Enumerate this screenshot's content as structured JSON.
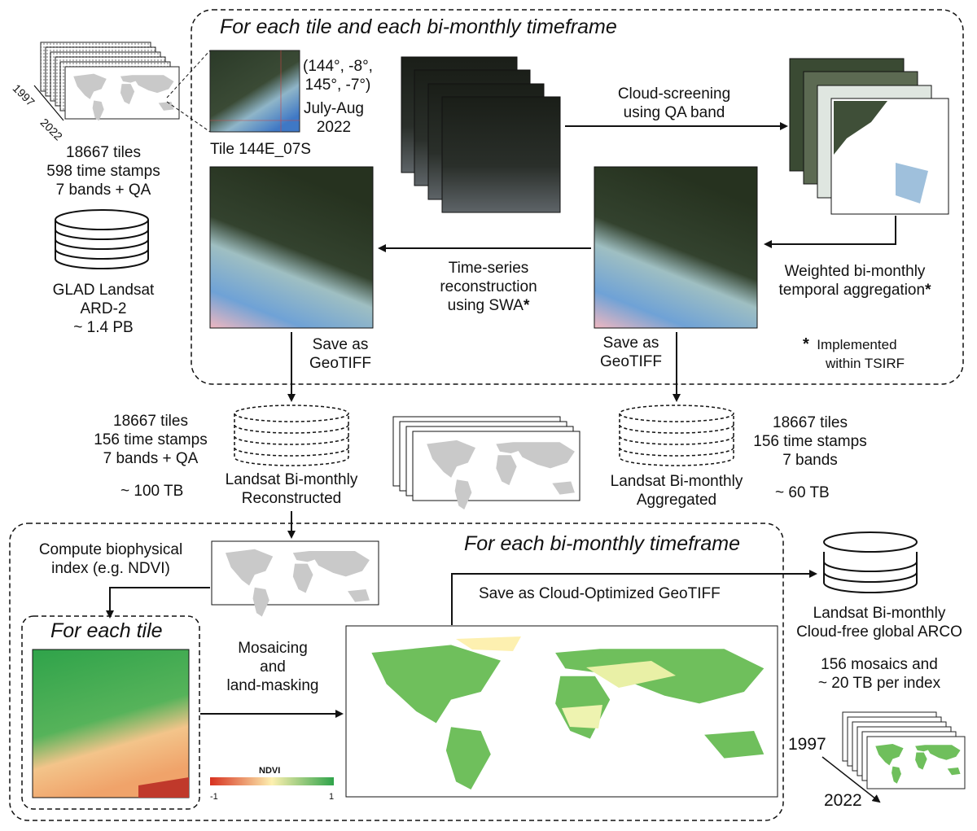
{
  "frame_top": {
    "title": "For each tile and each bi-monthly timeframe"
  },
  "frame_bottom": {
    "title": "For each bi-monthly timeframe"
  },
  "frame_tile": {
    "title": "For each tile"
  },
  "input": {
    "year_start": "1997",
    "year_end": "2022",
    "stats": [
      "18667 tiles",
      "598 time stamps",
      "7 bands + QA"
    ],
    "db_name": [
      "GLAD Landsat",
      "ARD-2"
    ],
    "size": "~ 1.4 PB"
  },
  "tile": {
    "coords": [
      "(144°, -8°,",
      "145°, -7°)"
    ],
    "period": [
      "July-Aug",
      "2022"
    ],
    "name": "Tile 144E_07S"
  },
  "steps": {
    "cloud_screen": [
      "Cloud-screening",
      "using QA band"
    ],
    "aggregation": [
      "Weighted bi-monthly",
      "temporal aggregation"
    ],
    "reconstruction": [
      "Time-series",
      "reconstruction",
      "using SWA"
    ],
    "save_left": [
      "Save as",
      "GeoTIFF"
    ],
    "save_right": [
      "Save as",
      "GeoTIFF"
    ],
    "asterisk_note": [
      "Implemented",
      "within TSIRF"
    ],
    "compute_index": [
      "Compute biophysical",
      "index (e.g. NDVI)"
    ],
    "mosaic": [
      "Mosaicing",
      "and",
      "land-masking"
    ],
    "save_cog": "Save as Cloud-Optimized GeoTIFF"
  },
  "reconstructed": {
    "stats": [
      "18667 tiles",
      "156 time stamps",
      "7 bands + QA"
    ],
    "size": "~ 100 TB",
    "name": [
      "Landsat Bi-monthly",
      "Reconstructed"
    ]
  },
  "aggregated": {
    "stats": [
      "18667 tiles",
      "156 time stamps",
      "7 bands"
    ],
    "size": "~ 60 TB",
    "name": [
      "Landsat Bi-monthly",
      "Aggregated"
    ]
  },
  "output": {
    "name": [
      "Landsat Bi-monthly",
      "Cloud-free global ARCO"
    ],
    "stats": [
      "156 mosaics and",
      "~ 20 TB per index"
    ],
    "year_start": "1997",
    "year_end": "2022"
  },
  "legend": {
    "title": "NDVI",
    "min": "-1",
    "max": "1"
  },
  "colors": {
    "ndvi_low": "#d7301f",
    "ndvi_mid": "#fdf0b0",
    "ndvi_high": "#2fa34a",
    "water": "#6fa6d9",
    "land_dark": "#2d3a2a"
  }
}
